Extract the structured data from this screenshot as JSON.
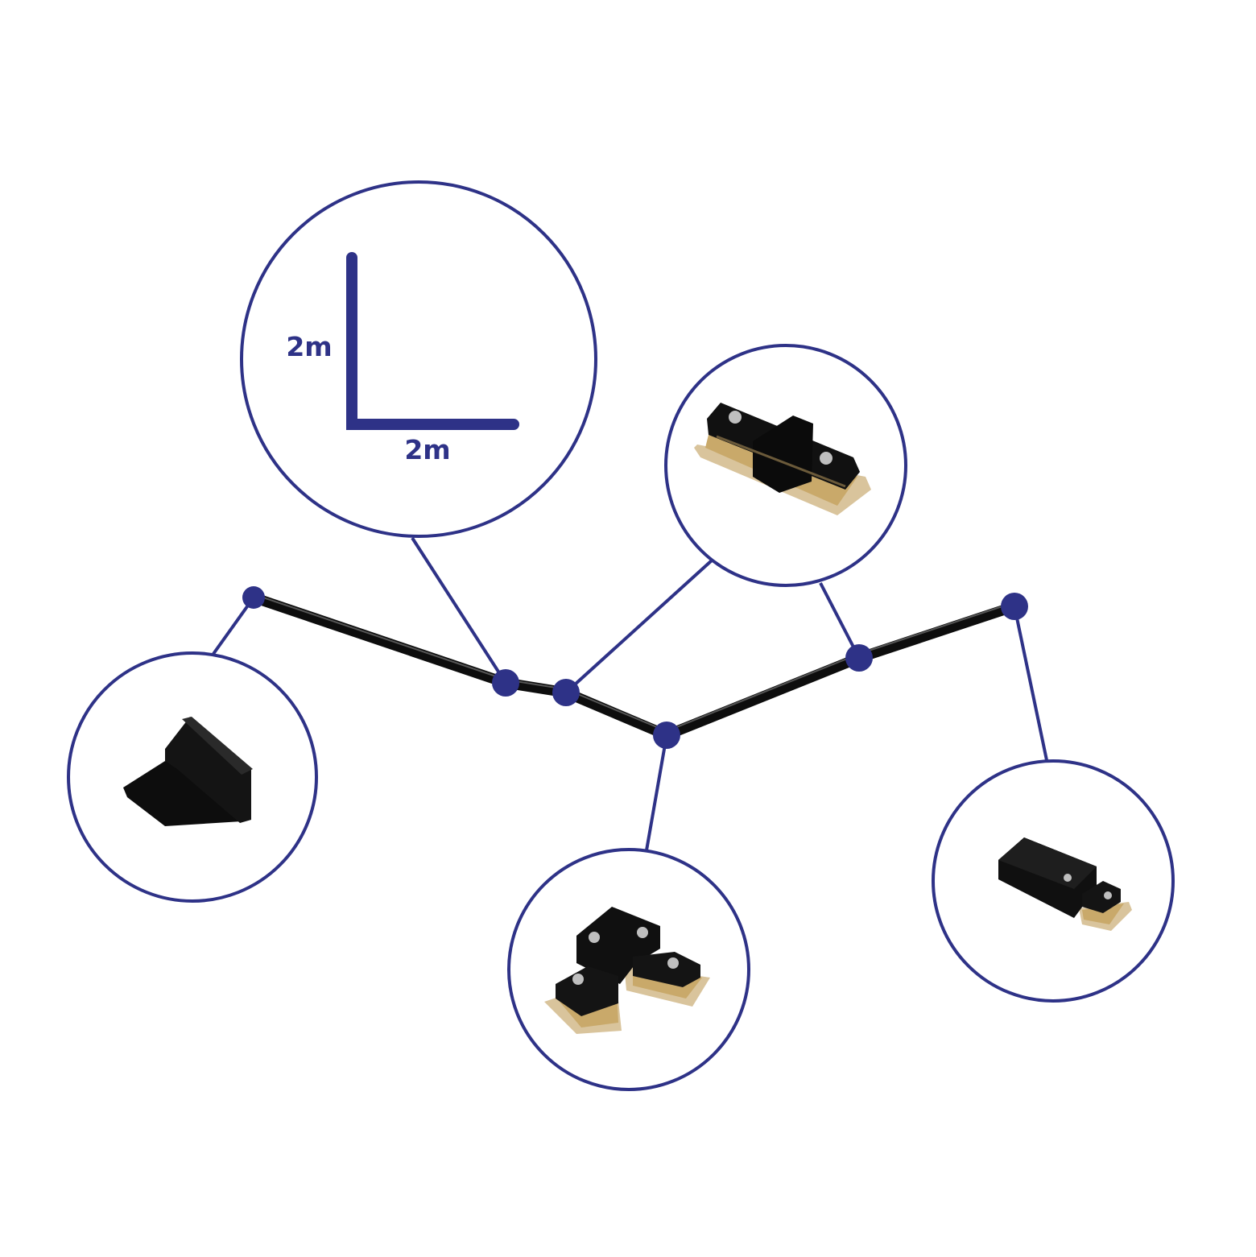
{
  "colors": {
    "accent": "#2e3287",
    "track": "#0d0d0d",
    "brass": "#c9a96a",
    "background": "#ffffff"
  },
  "dimensions": {
    "vertical_label": "2m",
    "horizontal_label": "2m"
  },
  "components": [
    {
      "id": "dimension-callout",
      "icon": "l-shape-dimension-icon"
    },
    {
      "id": "straight-connector-callout",
      "icon": "straight-connector-icon"
    },
    {
      "id": "end-cap-callout",
      "icon": "end-cap-icon"
    },
    {
      "id": "l-connector-callout",
      "icon": "l-connector-icon"
    },
    {
      "id": "live-end-feed-callout",
      "icon": "live-end-feed-icon"
    }
  ]
}
